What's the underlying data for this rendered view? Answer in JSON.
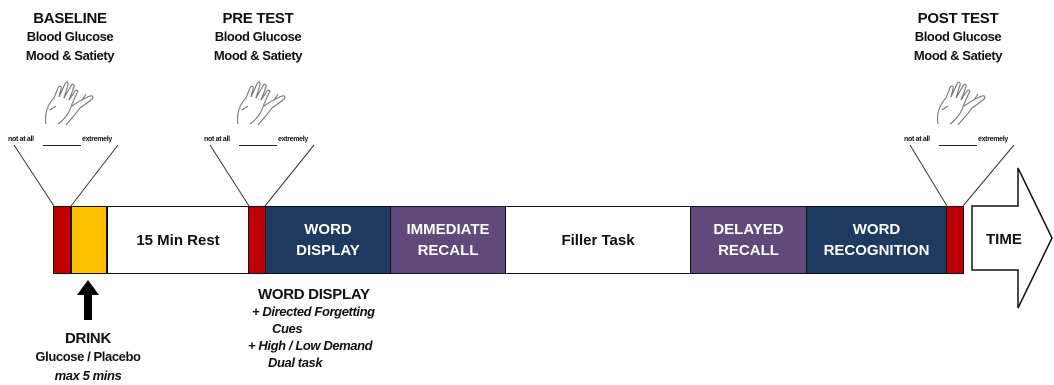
{
  "colors": {
    "red": "#c00000",
    "gold": "#ffc000",
    "navy": "#1f3a5f",
    "purple": "#604a7b",
    "white": "#ffffff"
  },
  "measures": [
    {
      "title": "BASELINE",
      "line1": "Blood Glucose",
      "line2": "Mood & Satiety"
    },
    {
      "title": "PRE TEST",
      "line1": "Blood Glucose",
      "line2": "Mood & Satiety"
    },
    {
      "title": "POST TEST",
      "line1": "Blood Glucose",
      "line2": "Mood & Satiety"
    }
  ],
  "scale": {
    "low": "not at all",
    "high": "extremely"
  },
  "timeline": {
    "rest": "15 Min Rest",
    "word_display": [
      "WORD",
      "DISPLAY"
    ],
    "immediate_recall": [
      "IMMEDIATE",
      "RECALL"
    ],
    "filler": "Filler Task",
    "delayed_recall": [
      "DELAYED",
      "RECALL"
    ],
    "word_recognition": [
      "WORD",
      "RECOGNITION"
    ],
    "time": "TIME"
  },
  "drink": {
    "title": "DRINK",
    "line1": "Glucose / Placebo",
    "line2": "max 5 mins"
  },
  "word_display_note": {
    "title": "WORD DISPLAY",
    "item1a": "+ Directed Forgetting",
    "item1b": "Cues",
    "item2a": "+ High / Low Demand",
    "item2b": "Dual task"
  }
}
